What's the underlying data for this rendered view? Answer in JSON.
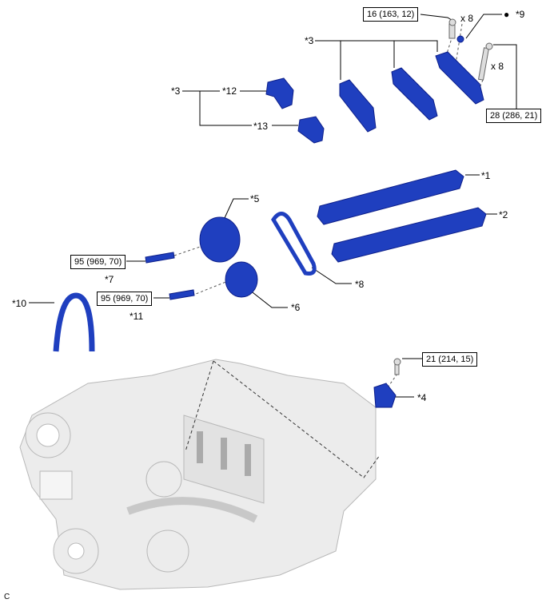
{
  "torque": {
    "t16": "16 (163, 12)",
    "t28": "28 (286, 21)",
    "t95a": "95 (969, 70)",
    "t95b": "95 (969, 70)",
    "t21": "21 (214, 15)"
  },
  "quantities": {
    "q1": "x 8",
    "q2": "x 8"
  },
  "callouts": {
    "c1": "*1",
    "c2": "*2",
    "c3a": "*3",
    "c3b": "*3",
    "c4": "*4",
    "c5": "*5",
    "c6": "*6",
    "c7": "*7",
    "c8": "*8",
    "c9": "*9",
    "c10": "*10",
    "c11": "*11",
    "c12": "*12",
    "c13": "*13"
  },
  "marker": "●",
  "figure_code": "C",
  "colors": {
    "part": "#1f3fbf",
    "part_dark": "#0d1f8a",
    "engine": "#e8e8e8",
    "engine_line": "#b0b0b0"
  }
}
